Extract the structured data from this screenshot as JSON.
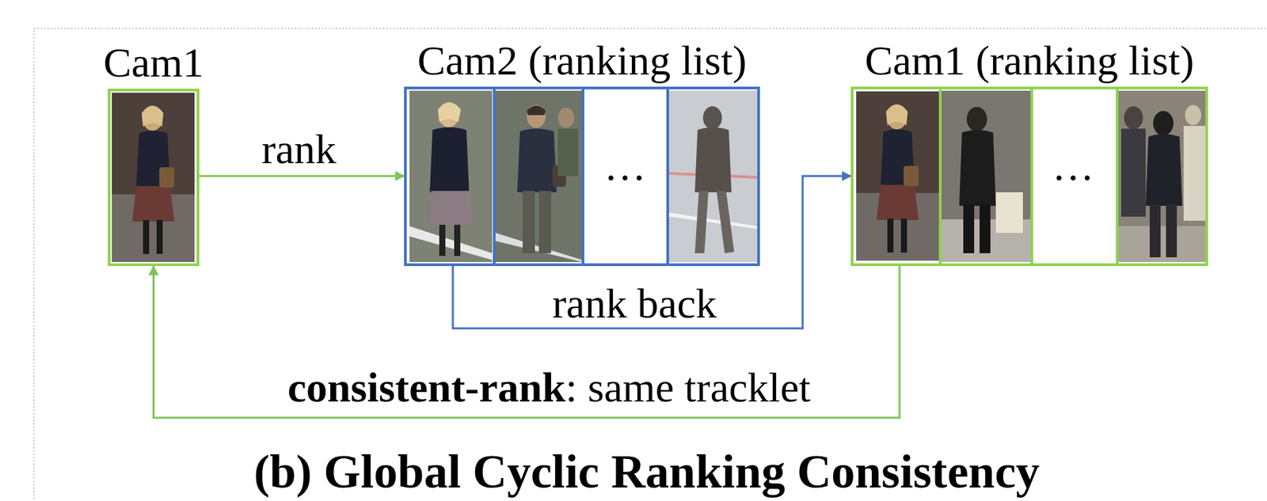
{
  "diagram": {
    "caption": "(b) Global Cyclic Ranking Consistency",
    "nodes": [
      {
        "text": [
          "Cam1"
        ]
      },
      {
        "text": [
          "Cam2 (ranking list)"
        ]
      },
      {
        "text": [
          "Cam1 (ranking list)"
        ]
      }
    ],
    "edges": [
      {
        "from": 0,
        "to": 1,
        "label": "rank",
        "arrow": "to"
      },
      {
        "from": 1,
        "to": 2,
        "label": "rank back",
        "arrow": "to"
      },
      {
        "from": 2,
        "to": 0,
        "label": "consistent-rank: same tracklet",
        "arrow": "to"
      }
    ],
    "labels": [
      "…",
      "…"
    ]
  }
}
